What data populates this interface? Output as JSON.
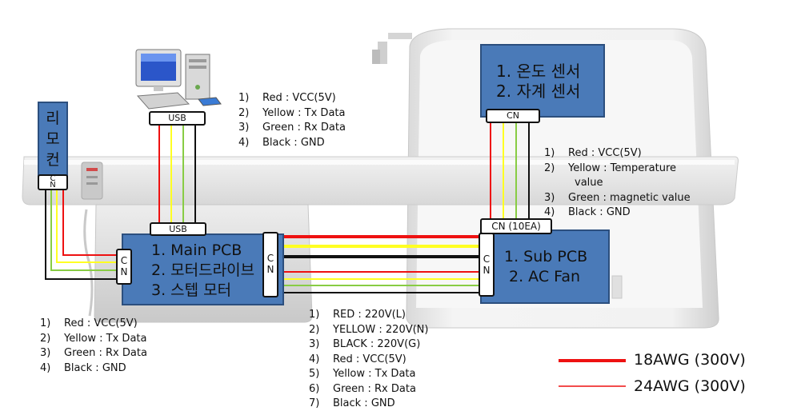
{
  "boxes": {
    "remote": {
      "chars": [
        "리",
        "모",
        "컨"
      ]
    },
    "main_pcb": {
      "lines": [
        "1. Main  PCB",
        "2. 모터드라이브",
        "3. 스텝  모터"
      ]
    },
    "sub_pcb": {
      "lines": [
        "1. Sub PCB",
        "2. AC Fan"
      ]
    },
    "sensor": {
      "lines": [
        "1.  온도  센서",
        "2.  자계  센서"
      ]
    }
  },
  "connectors": {
    "usb_top": "USB",
    "usb_bottom": "USB",
    "sensor_cn": "CN",
    "sub_cn": "CN (10EA)",
    "remote_cn": [
      "C",
      "N"
    ],
    "main_left_cn": [
      "C",
      "N"
    ],
    "main_right_cn": [
      "C",
      "N"
    ],
    "sub_left_cn": [
      "C",
      "N"
    ]
  },
  "legends": {
    "usb": [
      {
        "n": "1)",
        "t": "Red : VCC(5V)"
      },
      {
        "n": "2)",
        "t": "Yellow : Tx Data"
      },
      {
        "n": "3)",
        "t": "Green : Rx Data"
      },
      {
        "n": "4)",
        "t": "Black : GND"
      }
    ],
    "sensor": [
      {
        "n": "1)",
        "t": "Red : VCC(5V)"
      },
      {
        "n": "2)",
        "t": "Yellow : Temperature"
      },
      {
        "n": "",
        "t": "value"
      },
      {
        "n": "3)",
        "t": "Green : magnetic value"
      },
      {
        "n": "4)",
        "t": "Black : GND"
      }
    ],
    "remote": [
      {
        "n": "1)",
        "t": "Red : VCC(5V)"
      },
      {
        "n": "2)",
        "t": "Yellow : Tx Data"
      },
      {
        "n": "3)",
        "t": "Green : Rx Data"
      },
      {
        "n": "4)",
        "t": "Black : GND"
      }
    ],
    "main": [
      {
        "n": "1)",
        "t": "RED : 220V(L)"
      },
      {
        "n": "2)",
        "t": "YELLOW : 220V(N)"
      },
      {
        "n": "3)",
        "t": "BLACK : 220V(G)"
      },
      {
        "n": "4)",
        "t": "Red : VCC(5V)"
      },
      {
        "n": "5)",
        "t": "Yellow : Tx Data"
      },
      {
        "n": "6)",
        "t": "Green : Rx Data"
      },
      {
        "n": "7)",
        "t": "Black : GND"
      }
    ]
  },
  "wire_legend": [
    {
      "label": "18AWG (300V)",
      "type": "thick"
    },
    {
      "label": "24AWG (300V)",
      "type": "thin"
    }
  ],
  "colors": {
    "red": "#ee1111",
    "yellow": "#ffff22",
    "green": "#88cc44",
    "black": "#111111",
    "box_blue": "#4a7ab8"
  }
}
